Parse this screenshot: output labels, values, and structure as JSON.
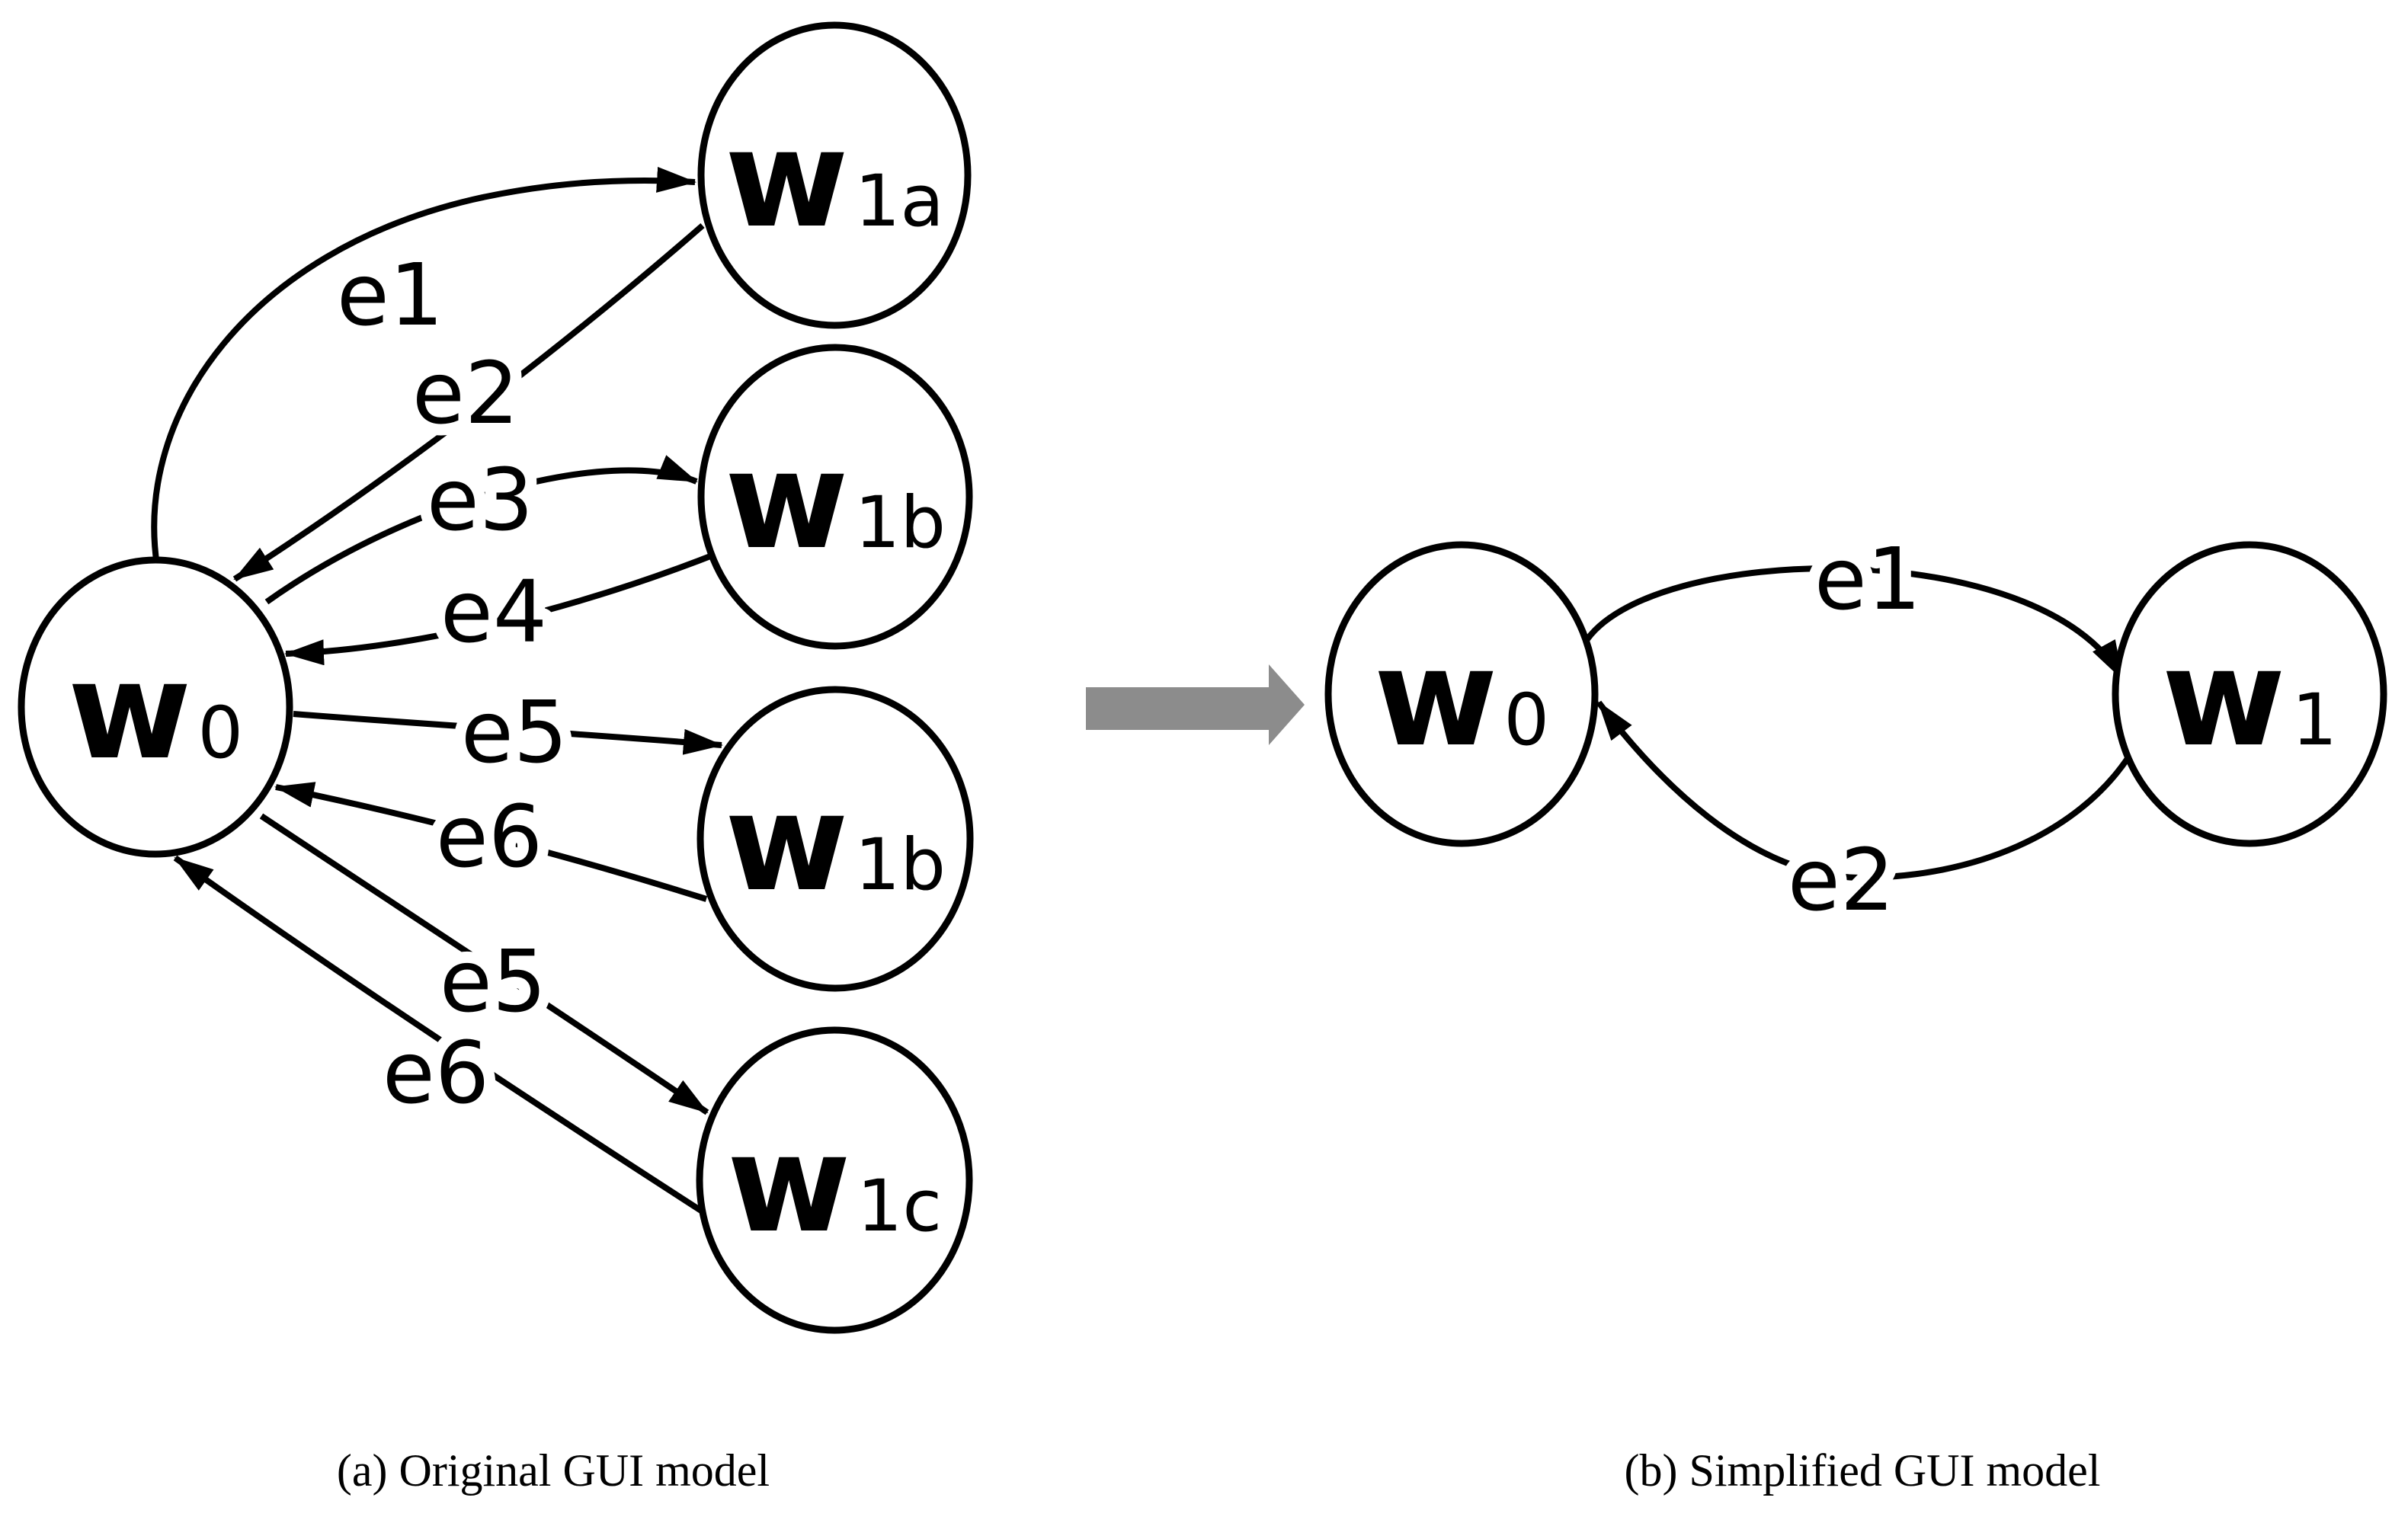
{
  "ink": "#000000",
  "background": "#ffffff",
  "transform_arrow": {
    "color": "#8c8c8c",
    "direction": "right"
  },
  "panel_a": {
    "caption": "(a) Original GUI model",
    "nodes": [
      {
        "main": "w",
        "sub": "0"
      },
      {
        "main": "w",
        "sub": "1a"
      },
      {
        "main": "w",
        "sub": "1b"
      },
      {
        "main": "w",
        "sub": "1b"
      },
      {
        "main": "w",
        "sub": "1c"
      }
    ],
    "edges": [
      {
        "label": "e1",
        "from": "w0",
        "to": "w1a"
      },
      {
        "label": "e2",
        "from": "w1a",
        "to": "w0"
      },
      {
        "label": "e3",
        "from": "w0",
        "to": "w1b"
      },
      {
        "label": "e4",
        "from": "w1b",
        "to": "w0"
      },
      {
        "label": "e5",
        "from": "w0",
        "to": "w1b"
      },
      {
        "label": "e6",
        "from": "w1b",
        "to": "w0"
      },
      {
        "label": "e5",
        "from": "w0",
        "to": "w1c"
      },
      {
        "label": "e6",
        "from": "w1c",
        "to": "w0"
      }
    ]
  },
  "panel_b": {
    "caption": "(b) Simplified GUI model",
    "nodes": [
      {
        "main": "w",
        "sub": "0"
      },
      {
        "main": "w",
        "sub": "1"
      }
    ],
    "edges": [
      {
        "label": "e1",
        "from": "w0",
        "to": "w1"
      },
      {
        "label": "e2",
        "from": "w1",
        "to": "w0"
      }
    ]
  }
}
